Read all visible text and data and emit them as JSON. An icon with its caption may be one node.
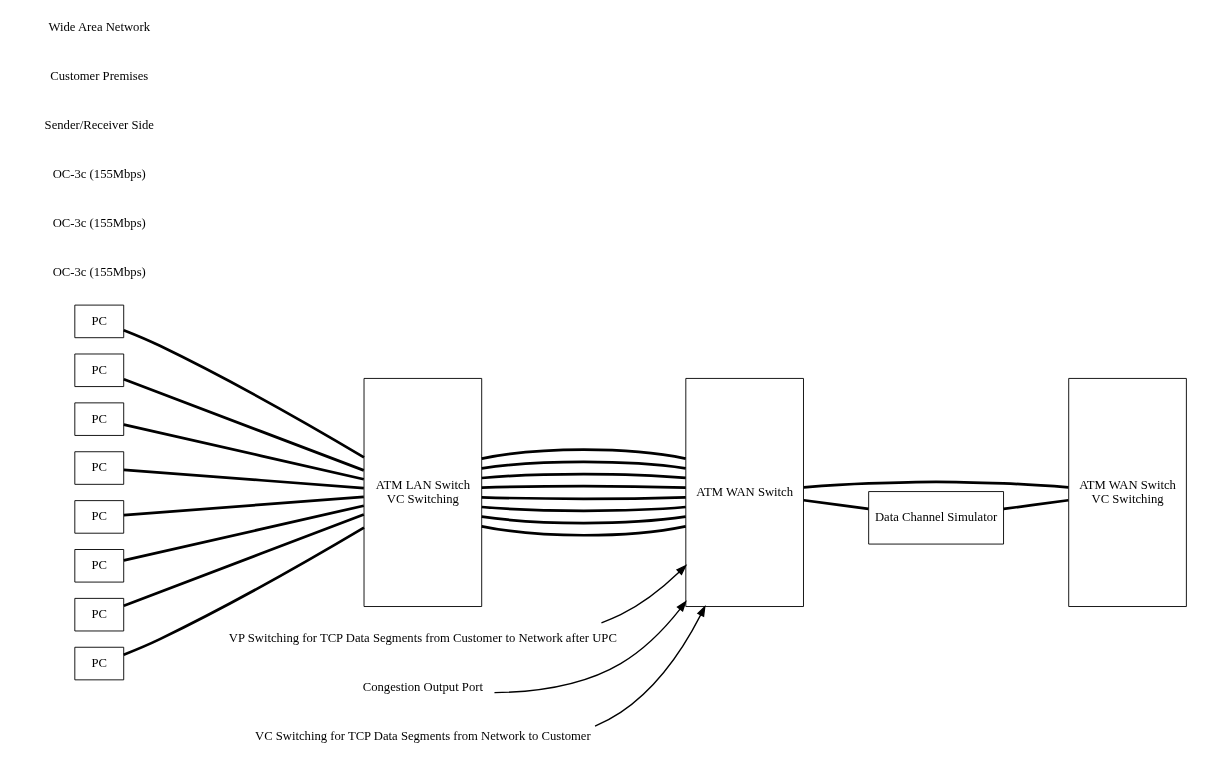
{
  "diagram": {
    "nodes": [
      {
        "text": [
          "PC"
        ]
      },
      {
        "text": [
          "PC"
        ]
      },
      {
        "text": [
          "PC"
        ]
      },
      {
        "text": [
          "PC"
        ]
      },
      {
        "text": [
          "PC"
        ]
      },
      {
        "text": [
          "PC"
        ]
      },
      {
        "text": [
          "PC"
        ]
      },
      {
        "text": [
          "PC"
        ]
      },
      {
        "text": [
          "ATM LAN Switch",
          "VC Switching"
        ]
      },
      {
        "text": [
          "VP Switching for TCP Data Segments from Customer to Network after UPC"
        ]
      },
      {
        "text": [
          "Congestion Output Port"
        ]
      },
      {
        "text": [
          "ATM WAN Switch"
        ]
      },
      {
        "text": [
          "ATM WAN Switch",
          "VC Switching"
        ]
      },
      {
        "text": [
          "Data Channel Simulator"
        ]
      },
      {
        "text": [
          "VC Switching for TCP Data Segments from Network to Customer"
        ]
      }
    ],
    "edges": [
      {
        "from": 0,
        "to": 8,
        "arrow": "none"
      },
      {
        "from": 1,
        "to": 8,
        "arrow": "none"
      },
      {
        "from": 2,
        "to": 8,
        "arrow": "none"
      },
      {
        "from": 3,
        "to": 8,
        "arrow": "none"
      },
      {
        "from": 4,
        "to": 8,
        "arrow": "none"
      },
      {
        "from": 5,
        "to": 8,
        "arrow": "none"
      },
      {
        "from": 6,
        "to": 8,
        "arrow": "none"
      },
      {
        "from": 7,
        "to": 8,
        "arrow": "none"
      },
      {
        "from": 8,
        "to": 11,
        "arrow": "none"
      },
      {
        "from": 8,
        "to": 11,
        "arrow": "none"
      },
      {
        "from": 8,
        "to": 11,
        "arrow": "none"
      },
      {
        "from": 8,
        "to": 11,
        "arrow": "none"
      },
      {
        "from": 8,
        "to": 11,
        "arrow": "none"
      },
      {
        "from": 8,
        "to": 11,
        "arrow": "none"
      },
      {
        "from": 8,
        "to": 11,
        "arrow": "none"
      },
      {
        "from": 8,
        "to": 11,
        "arrow": "none"
      },
      {
        "from": 9,
        "to": 11,
        "arrow": "to"
      },
      {
        "from": 10,
        "to": 11,
        "arrow": "to"
      },
      {
        "from": 11,
        "to": 12,
        "arrow": "none"
      },
      {
        "from": 11,
        "to": 13,
        "arrow": "none"
      },
      {
        "from": 13,
        "to": 12,
        "arrow": "none"
      },
      {
        "from": 14,
        "to": 11,
        "arrow": "to"
      }
    ],
    "labels": [
      "OC-3c (155Mbps)",
      "OC-3c (155Mbps)",
      "OC-3c (155Mbps)",
      "Sender/Receiver Side",
      "Customer Premises",
      "Wide Area Network"
    ]
  }
}
